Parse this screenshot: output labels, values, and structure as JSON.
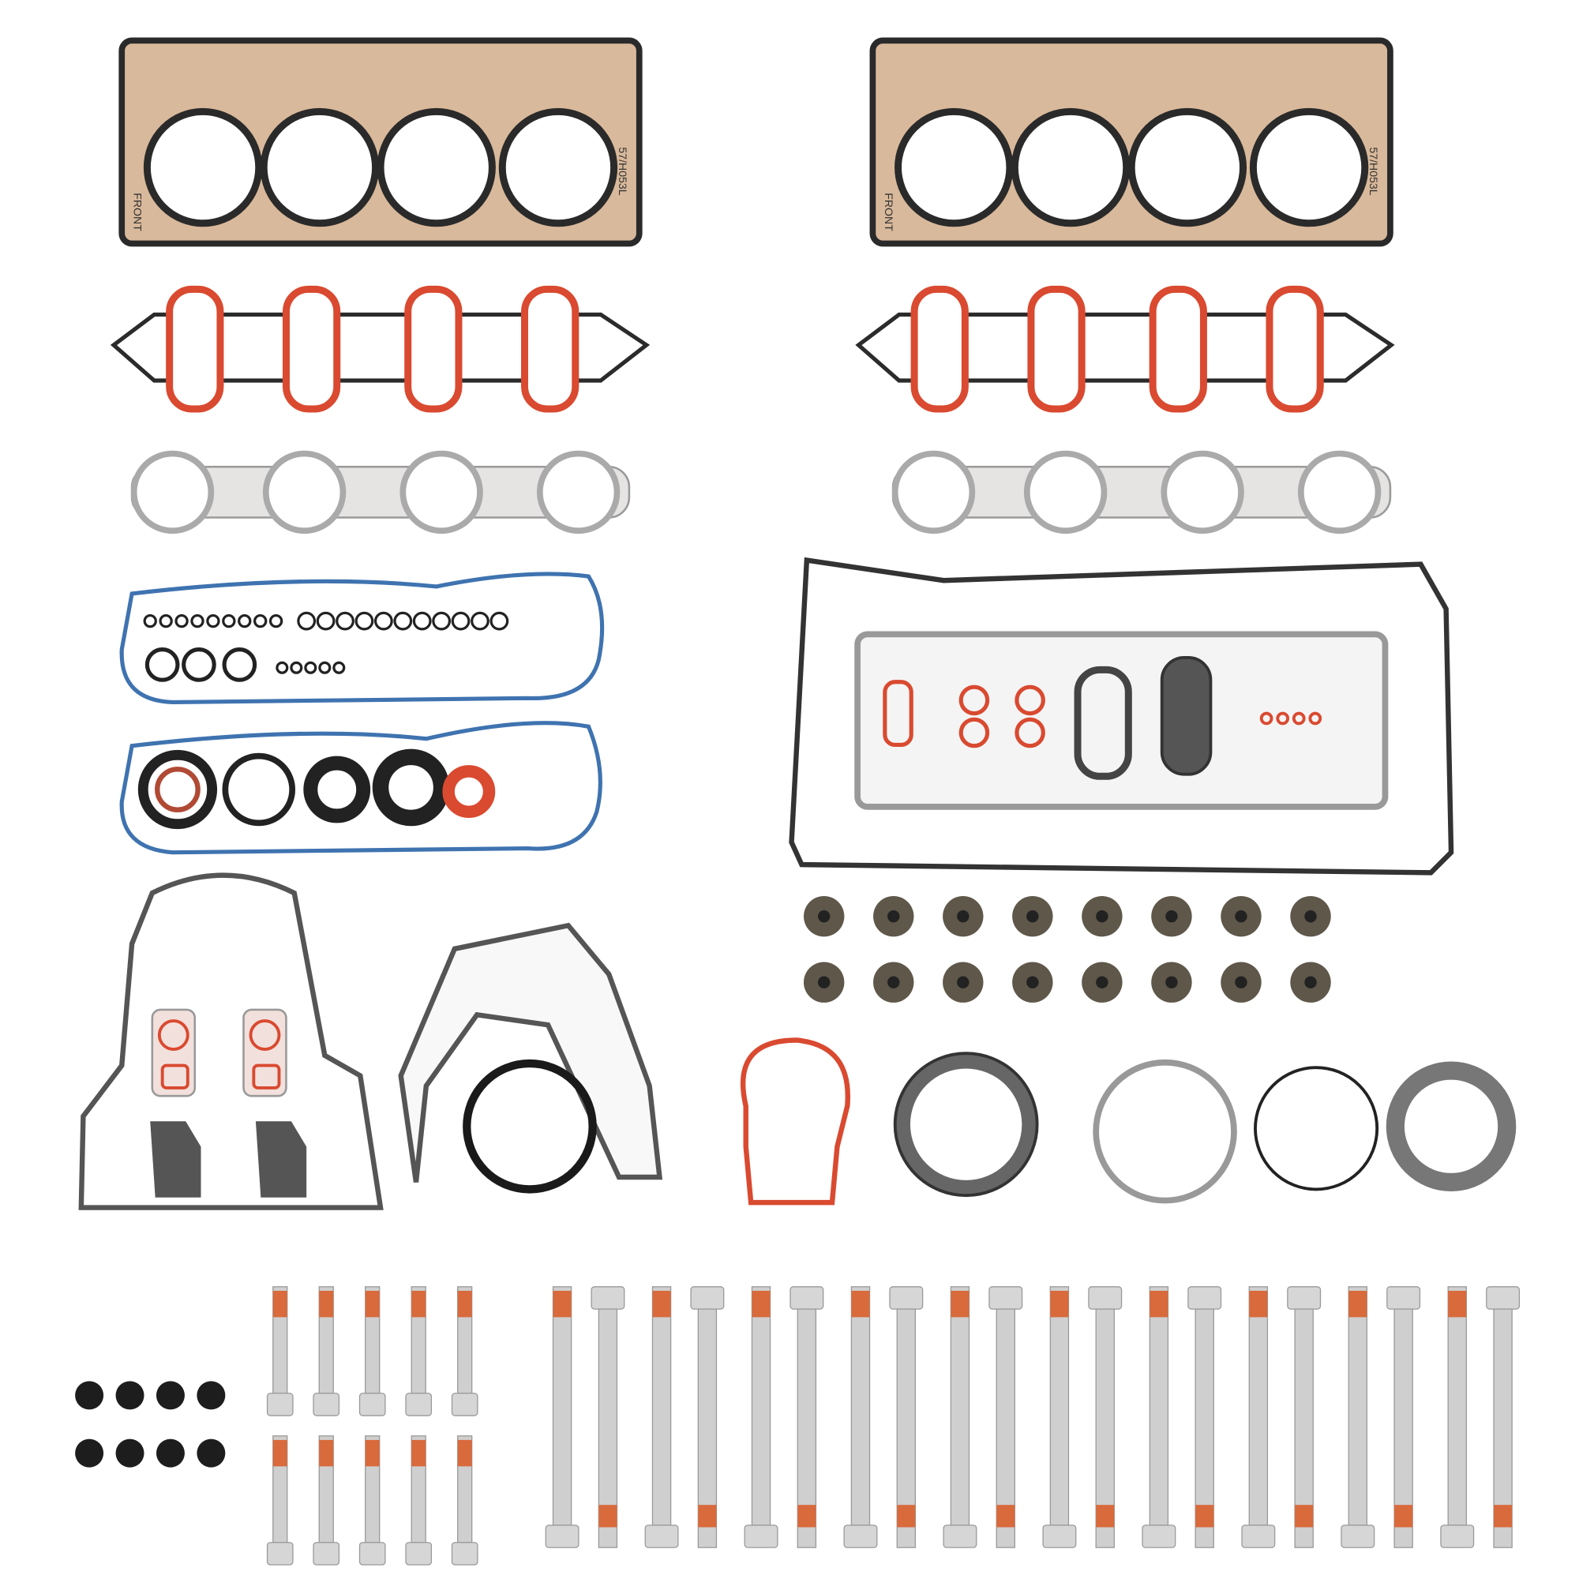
{
  "product": {
    "head_gasket_front_label": "FRONT",
    "head_gasket_part_number": "57/H053L"
  },
  "colors": {
    "background": "#ffffff",
    "head_gasket": "#d9b99b",
    "seal_red": "#d94a30",
    "valve_cover_blue": "#3f73b0",
    "valve_seal": "#5e574a",
    "bolt_steel": "#cfcfcf",
    "thread_locker": "#d86a3c"
  },
  "counts": {
    "small_orings_row1": 20,
    "large_orings": 3,
    "small_orings_row2": 5,
    "valve_stem_seals": 16,
    "rubber_grommets": 8,
    "short_bolts": 10,
    "long_bolts": 20
  }
}
